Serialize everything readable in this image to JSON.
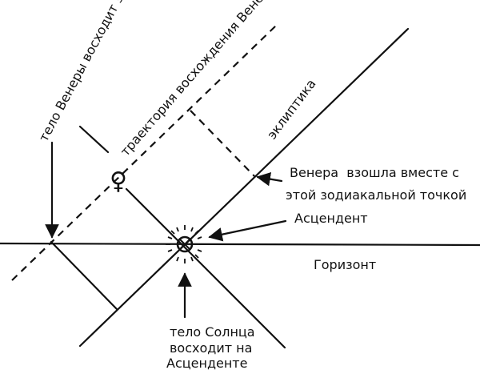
{
  "labels": {
    "body_rises_here": "тело Венеры восходит здесь",
    "rising_path": "траектория восхождения Венеры",
    "ecliptic": "эклиптика",
    "venus_rose_1": "Венера  взошла вместе с",
    "venus_rose_2": "этой зодиакальной точкой",
    "ascendant": "Асцендент",
    "horizon": "Горизонт",
    "sun_rises_1": "тело Солнца",
    "sun_rises_2": "восходит на",
    "sun_rises_3": "Асценденте"
  },
  "symbols": {
    "venus": "♀"
  },
  "colors": {
    "ink": "#111111",
    "background": "#ffffff"
  }
}
